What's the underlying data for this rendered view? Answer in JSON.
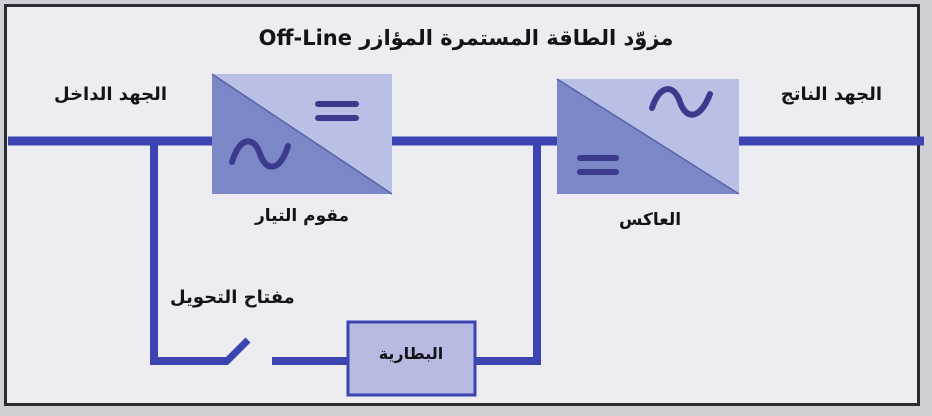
{
  "diagram": {
    "title": "مزوّد الطاقة المستمرة المؤازر Off-Line",
    "input_label": "الجهد الداخل",
    "output_label": "الجهد الناتج",
    "rectifier_label": "مقوم التيار",
    "inverter_label": "العاكس",
    "switch_label": "مفتاح التحويل",
    "battery_label": "البطارية",
    "colors": {
      "line": "#3b44b0",
      "block_dark": "#7c87c8",
      "block_light": "#b9c0e6",
      "battery_fill": "#b7bbe2",
      "symbol": "#3c3a8c",
      "border": "#2a2a32"
    }
  }
}
